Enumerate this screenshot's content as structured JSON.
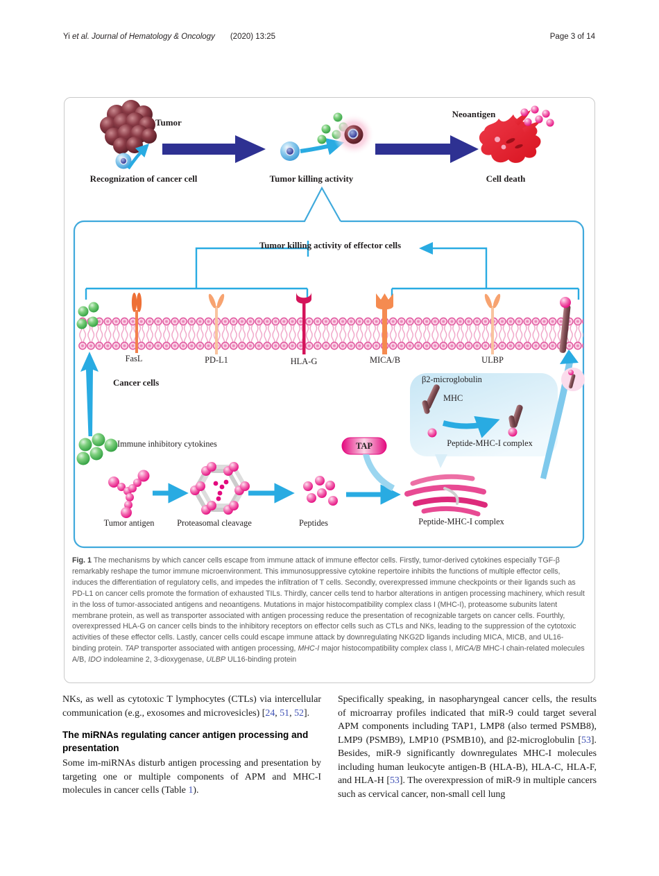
{
  "header": {
    "citation_segments": [
      {
        "t": "Yi "
      },
      {
        "t": "et al. Journal of Hematology & Oncology",
        "i": true
      }
    ],
    "volume": "(2020) 13:25",
    "page_info": "Page 3 of 14"
  },
  "figure": {
    "top_row": {
      "tumor_label": "Tumor",
      "recognition_label": "Recognization of cancer cell",
      "killing_label": "Tumor killing activity",
      "neoantigen_label": "Neoantigen",
      "cell_death_label": "Cell death"
    },
    "inner": {
      "title": "Tumor killing activity of effector cells",
      "receptors": [
        "FasL",
        "PD-L1",
        "HLA-G",
        "MICA/B",
        "ULBP"
      ],
      "cancer_cells_label": "Cancer cells",
      "b2m_label": "β2-microglobulin",
      "mhc_label": "MHC",
      "pmhc_box_label": "Peptide-MHC-I  complex",
      "cytokines_label": "Immune inhibitory cytokines",
      "tumor_antigen_label": "Tumor antigen",
      "proteasome_label": "Proteasomal cleavage",
      "peptides_label": "Peptides",
      "tap_label": "TAP",
      "pmhc_er_label": "Peptide-MHC-I  complex"
    },
    "caption": {
      "segments": [
        {
          "t": "Fig. 1 ",
          "b": true
        },
        {
          "t": "The mechanisms by which cancer cells escape from immune attack of immune effector cells. Firstly, tumor-derived cytokines especially TGF-β remarkably reshape the tumor immune microenvironment. This immunosuppressive cytokine repertoire inhibits the functions of multiple effector cells, induces the differentiation of regulatory cells, and impedes the infiltration of T cells. Secondly, overexpressed immune checkpoints or their ligands such as PD-L1 on cancer cells promote the formation of exhausted TILs. Thirdly, cancer cells tend to harbor alterations in antigen processing machinery, which result in the loss of tumor-associated antigens and neoantigens. Mutations in major histocompatibility complex class I (MHC-I), proteasome subunits latent membrane protein, as well as transporter associated with antigen processing reduce the presentation of recognizable targets on cancer cells. Fourthly, overexpressed HLA-G on cancer cells binds to the inhibitory receptors on effector cells such as CTLs and NKs, leading to the suppression of the cytotoxic activities of these effector cells. Lastly, cancer cells could escape immune attack by downregulating NKG2D ligands including MICA, MICB, and UL16-binding protein. "
        },
        {
          "t": "TAP",
          "i": true
        },
        {
          "t": " transporter associated with antigen processing, "
        },
        {
          "t": "MHC-I",
          "i": true
        },
        {
          "t": " major histocompatibility complex class I, "
        },
        {
          "t": "MICA/B",
          "i": true
        },
        {
          "t": " MHC-I chain-related molecules A/B, "
        },
        {
          "t": "IDO",
          "i": true
        },
        {
          "t": " indoleamine 2, 3-dioxygenase, "
        },
        {
          "t": "ULBP",
          "i": true
        },
        {
          "t": " UL16-binding protein"
        }
      ]
    }
  },
  "article": {
    "left_column": {
      "p1_segments": [
        {
          "t": "NKs, as well as cytotoxic T lymphocytes (CTLs) via intercellular communication (e.g., exosomes and microvesicles) ["
        },
        {
          "t": "24",
          "link": true
        },
        {
          "t": ", "
        },
        {
          "t": "51",
          "link": true
        },
        {
          "t": ", "
        },
        {
          "t": "52",
          "link": true
        },
        {
          "t": "]."
        }
      ],
      "heading": "The miRNAs regulating cancer antigen processing and presentation",
      "p2_segments": [
        {
          "t": "Some im-miRNAs disturb antigen processing and presentation by targeting one or multiple components of APM and MHC-I molecules in cancer cells (Table "
        },
        {
          "t": "1",
          "link": true
        },
        {
          "t": ")."
        }
      ]
    },
    "right_column": {
      "p1_segments": [
        {
          "t": "Specifically speaking, in nasopharyngeal cancer cells, the results of microarray profiles indicated that miR-9 could target several APM components including TAP1, LMP8 (also termed PSMB8), LMP9 (PSMB9), LMP10 (PSMB10), and β2-microglobulin ["
        },
        {
          "t": "53",
          "link": true
        },
        {
          "t": "]. Besides, miR-9 significantly downregulates MHC-I molecules including human leukocyte antigen-B (HLA-B), HLA-C, HLA-F, and HLA-H ["
        },
        {
          "t": "53",
          "link": true
        },
        {
          "t": "]. The overexpression of miR-9 in multiple cancers such as cervical cancer, non-small cell lung"
        }
      ]
    }
  },
  "colors": {
    "accent_blue": "#29ABE2",
    "navy": "#2E3192",
    "magenta": "#E3097E",
    "green": "#3CB54A",
    "link_blue": "#3F51B5"
  }
}
